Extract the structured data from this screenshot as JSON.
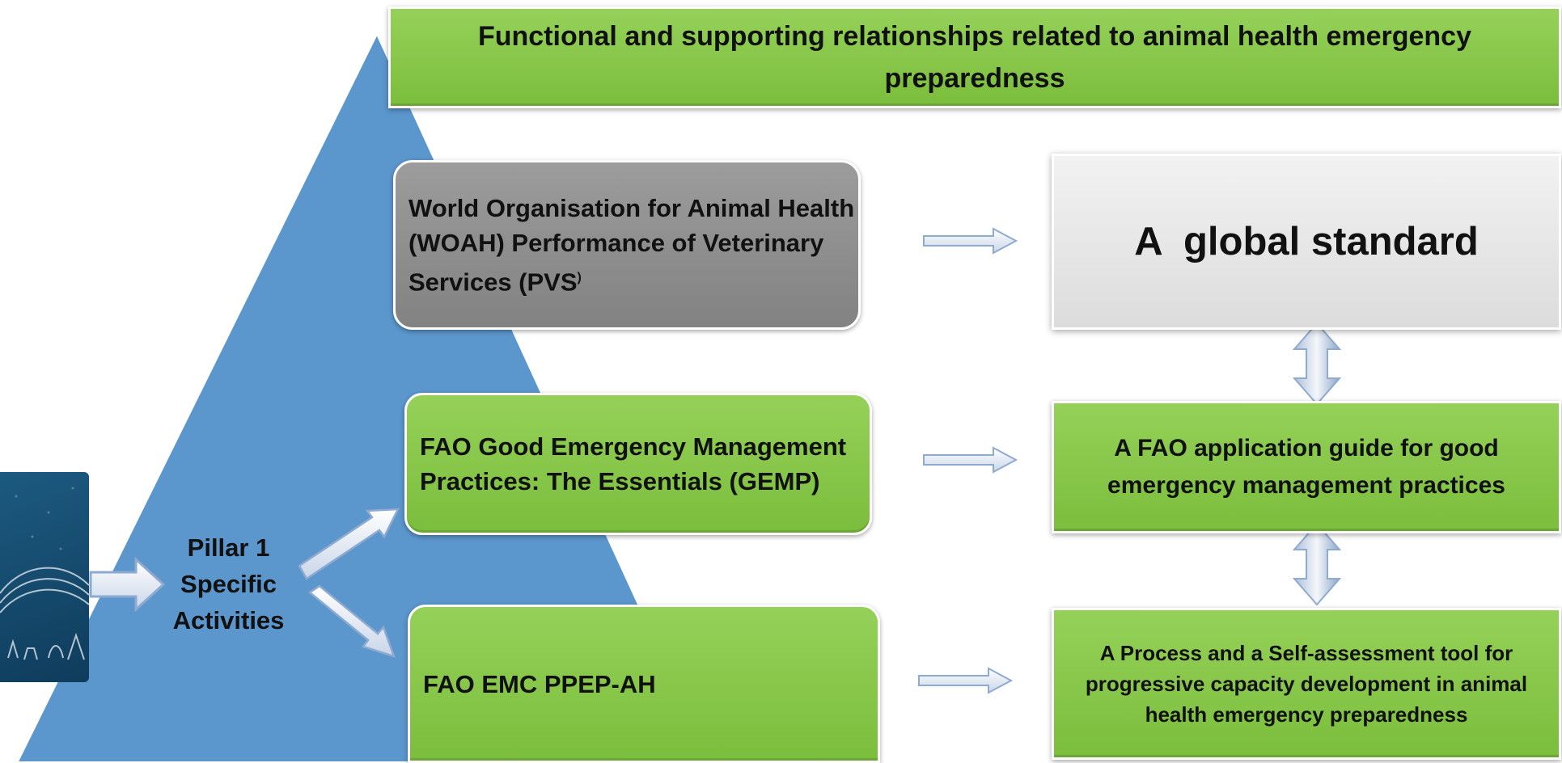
{
  "title": "Functional and supporting relationships related to animal health emergency preparedness",
  "pillar": {
    "line1": "Pillar 1",
    "line2": "Specific",
    "line3": "Activities"
  },
  "left_boxes": [
    {
      "text": "World Organisation for Animal Health (WOAH) Performance of Veterinary Services (PVS",
      "suffix": ")",
      "color": "#8e8e8e"
    },
    {
      "text": "FAO Good Emergency Management Practices: The Essentials (GEMP)",
      "color": "#86c64a"
    },
    {
      "text": "FAO EMC PPEP-AH",
      "color": "#86c64a"
    }
  ],
  "right_boxes": [
    {
      "text": "A  global standard",
      "color": "#e8e8e8"
    },
    {
      "text": "A FAO application guide for good emergency management practices",
      "color": "#86c64a"
    },
    {
      "text": "A Process and a Self-assessment tool for progressive capacity development in animal health emergency preparedness",
      "color": "#86c64a"
    }
  ],
  "colors": {
    "pyramid": "#5b96cc",
    "green": "#86c64a",
    "arrow_outline": "#8faad0",
    "thumbnail": "#154a6e"
  },
  "icons": [
    "thumbnail-image",
    "right-arrow-icon",
    "diagonal-arrow-icon",
    "double-arrow-icon"
  ]
}
